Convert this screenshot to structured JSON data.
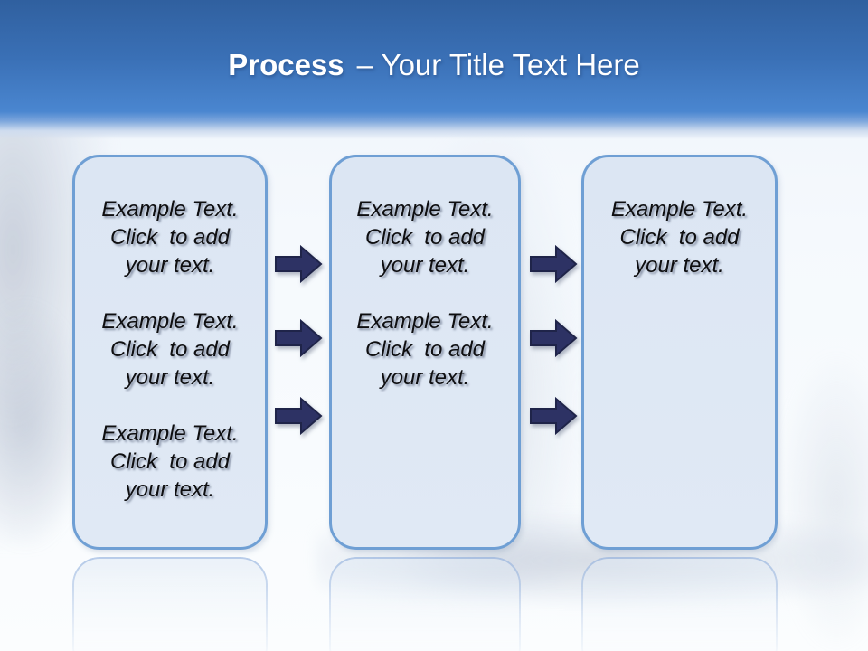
{
  "header": {
    "title_bold": "Process",
    "title_rest": "– Your Title Text Here"
  },
  "boxes": [
    {
      "name": "step-1",
      "paragraphs": [
        {
          "lines": [
            "Example Text.",
            "Click  to add",
            "your text."
          ]
        },
        {
          "lines": [
            "Example Text.",
            "Click  to add",
            "your text."
          ]
        },
        {
          "lines": [
            "Example Text.",
            "Click  to add",
            "your text."
          ]
        }
      ]
    },
    {
      "name": "step-2",
      "paragraphs": [
        {
          "lines": [
            "Example Text.",
            "Click  to add",
            "your text."
          ]
        },
        {
          "lines": [
            "Example Text.",
            "Click  to add",
            "your text."
          ]
        }
      ]
    },
    {
      "name": "step-3",
      "paragraphs": [
        {
          "lines": [
            "Example Text.",
            "Click  to add",
            "your text."
          ]
        }
      ]
    }
  ],
  "arrows": {
    "direction": "right",
    "between_step1_step2_count": 3,
    "between_step2_step3_count": 3
  },
  "colors": {
    "header_gradient_top": "#30609f",
    "header_gradient_bottom": "#4a86d0",
    "title_text": "#ffffff",
    "box_fill": "#dfe8f4",
    "box_border": "#6f9fd4",
    "arrow_fill": "#2d3264",
    "arrow_outline": "#1f2449",
    "body_text": "#0e0e10"
  }
}
